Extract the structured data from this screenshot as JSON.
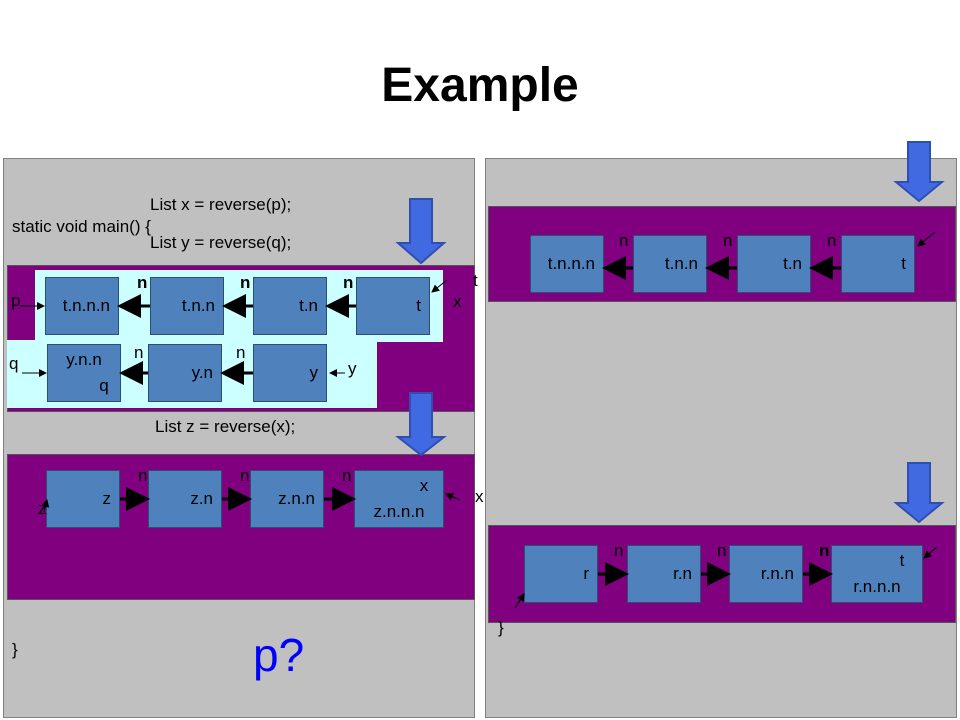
{
  "title": "Example",
  "left": {
    "code_line1": "static void main() {",
    "code_x": "List x = reverse(p);",
    "code_y": "List y = reverse(q);",
    "code_z": "List z = reverse(x);",
    "close_brace": "}",
    "question": "p?",
    "p_label": "p",
    "q_label": "q",
    "t_var": "t",
    "x_var": "x",
    "y_var": "y",
    "z_var": "z",
    "x_var2": "x",
    "p_nodes": [
      "t.n.n.n",
      "t.n.n",
      "t.n",
      "t"
    ],
    "p_edge_labels": [
      "n",
      "n",
      "n"
    ],
    "q_nodes": [
      {
        "top": "y.n.n",
        "bottom": "q"
      },
      {
        "top": "y.n",
        "bottom": ""
      },
      {
        "top": "y",
        "bottom": ""
      }
    ],
    "q_edge_labels": [
      "n",
      "n"
    ],
    "z_nodes": [
      {
        "top": "z",
        "bottom": ""
      },
      {
        "top": "z.n",
        "bottom": ""
      },
      {
        "top": "z.n.n",
        "bottom": ""
      },
      {
        "top": "x",
        "bottom": "z.n.n.n"
      }
    ],
    "z_edge_labels": [
      "n",
      "n",
      "n"
    ]
  },
  "right": {
    "top_nodes": [
      "t.n.n.n",
      "t.n.n",
      "t.n",
      "t"
    ],
    "top_edge_labels": [
      "n",
      "n",
      "n"
    ],
    "bottom_nodes": [
      {
        "top": "r",
        "bottom": ""
      },
      {
        "top": "r.n",
        "bottom": ""
      },
      {
        "top": "r.n.n",
        "bottom": ""
      },
      {
        "top": "t",
        "bottom": "r.n.n.n"
      }
    ],
    "bottom_edge_labels": [
      "n",
      "n",
      "n"
    ],
    "stray_brace": "}"
  },
  "colors": {
    "panel": "#c0c0c0",
    "band": "#800080",
    "node": "#4f81bd",
    "highlight": "#ccffff",
    "arrow": "#4169e1",
    "question": "#0000ff"
  },
  "icons": [
    "down-arrow-icon",
    "pointer-arrow-icon"
  ]
}
